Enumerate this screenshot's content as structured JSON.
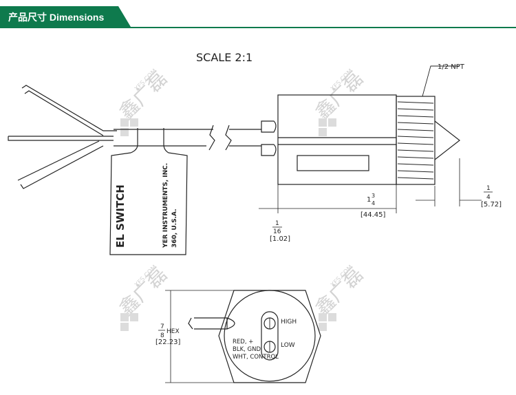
{
  "header": {
    "title": "产品尺寸  Dimensions",
    "accent_color": "#0e7a4d"
  },
  "drawing": {
    "scale_label": "SCALE  2:1",
    "thread_label": "1/2 NPT",
    "length": {
      "whole": "1",
      "num": "3",
      "den": "4",
      "mm": "[44.45]"
    },
    "lead_offset": {
      "num": "1",
      "den": "16",
      "mm": "[1.02]"
    },
    "tip_offset": {
      "num": "1",
      "den": "4",
      "mm": "[5.72]"
    },
    "hex": {
      "num": "7",
      "den": "8",
      "unit": "HEX",
      "mm": "[22.23]"
    },
    "tag_text_1": "EL SWITCH",
    "tag_text_2": "YER INSTRUMENTS, INC.",
    "tag_text_3": "360, U.S.A.",
    "terminal_high": "HIGH",
    "terminal_low": "LOW",
    "wire_legend": [
      "RED, +",
      "BLK, GND",
      "WHT, CONTROL"
    ]
  },
  "watermark": {
    "brand": "鑫广磊",
    "site": "XFS.COM"
  }
}
